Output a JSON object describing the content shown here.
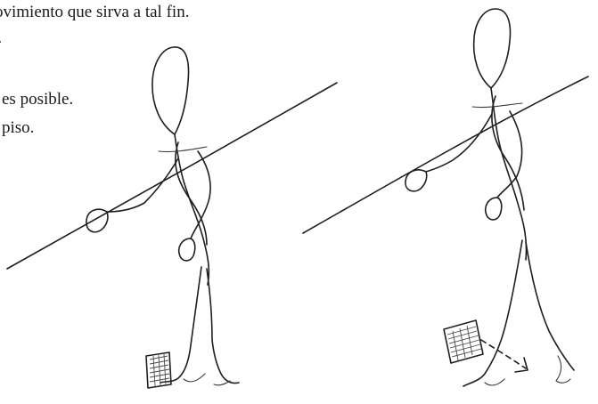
{
  "text": {
    "line_1": "ovimiento que sirva a tal fin.",
    "line_2": ".",
    "line_3": "es posible.",
    "line_4": "piso."
  }
}
